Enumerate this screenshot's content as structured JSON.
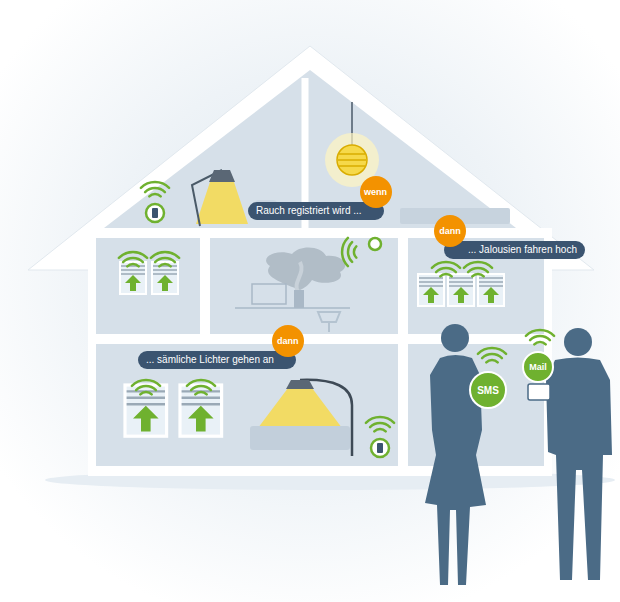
{
  "diagram": {
    "nodes": [
      {
        "text": [
          "Rauch registriert wird ..."
        ]
      },
      {
        "text": [
          "wenn"
        ]
      },
      {
        "text": [
          "dann"
        ]
      },
      {
        "text": [
          "... Jalousien fahren hoch"
        ]
      },
      {
        "text": [
          "... sämliche Lichter gehen an"
        ]
      },
      {
        "text": [
          "dann"
        ]
      },
      {
        "text": [
          "SMS"
        ]
      },
      {
        "text": [
          "Mail"
        ]
      }
    ]
  }
}
